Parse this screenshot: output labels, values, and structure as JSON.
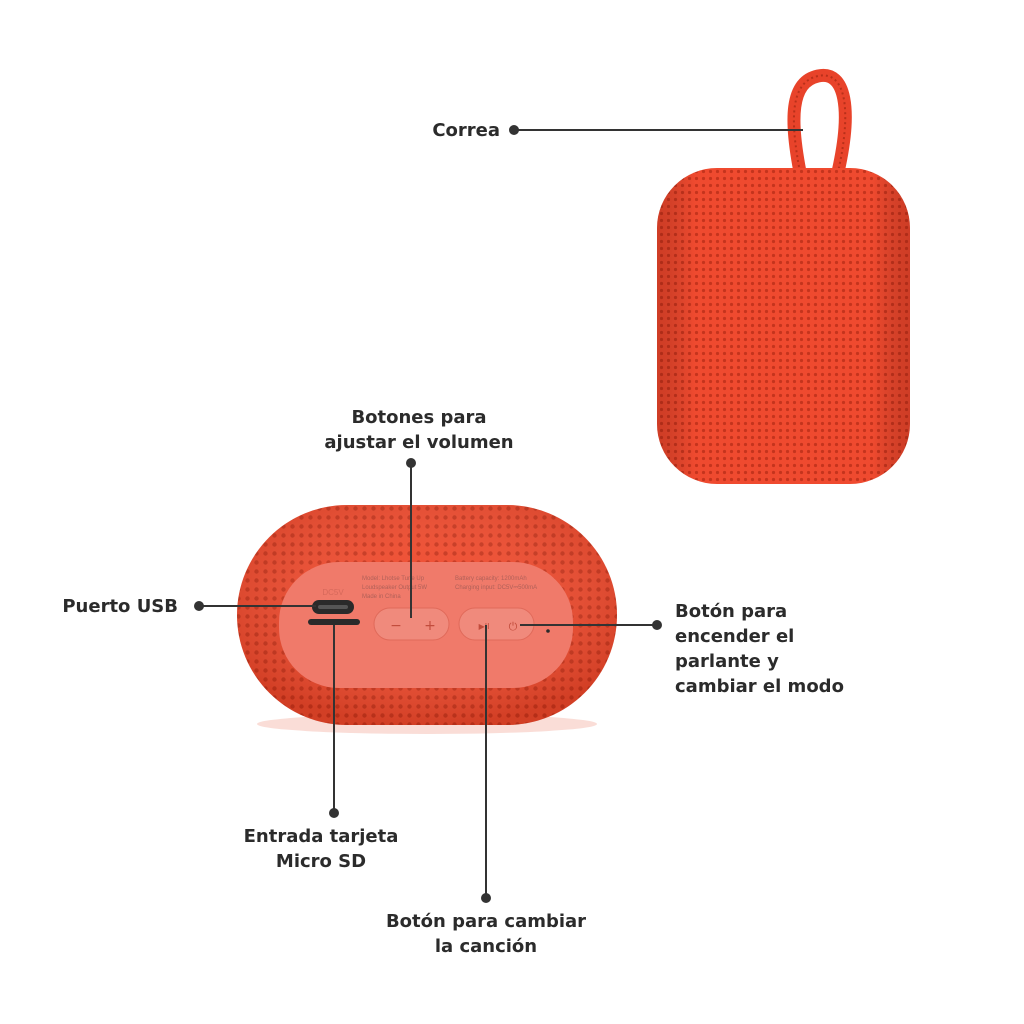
{
  "colors": {
    "mesh": "#ef4a2f",
    "mesh_dark": "#d43a22",
    "panel": "#f07a6a",
    "button": "#f08a7c",
    "callout_line": "#333333",
    "text": "#2b2b2b"
  },
  "callouts": {
    "strap": {
      "label": "Correa"
    },
    "volume_buttons": {
      "lines": [
        "Botones para",
        "ajustar el volumen"
      ]
    },
    "usb_port": {
      "label": "Puerto USB"
    },
    "power_button": {
      "lines": [
        "Botón para",
        "encender el",
        "parlante y",
        "cambiar el modo"
      ]
    },
    "micro_sd": {
      "lines": [
        "Entrada tarjeta",
        "Micro SD"
      ]
    },
    "song_button": {
      "lines": [
        "Botón para cambiar",
        "la canción"
      ]
    }
  },
  "speaker_back": {
    "port_label": "DC5V",
    "spec_lines_left": [
      "Model: Lhotse Tune Up",
      "Loudspeaker Output 5W",
      "Made in China"
    ],
    "spec_lines_right": [
      "Battery capacity: 1200mAh",
      "Charging input: DC5V⎓500mA"
    ],
    "volume_minus": "−",
    "volume_plus": "+",
    "play_pause_symbol": "▶II",
    "power_symbol": "⏻"
  }
}
